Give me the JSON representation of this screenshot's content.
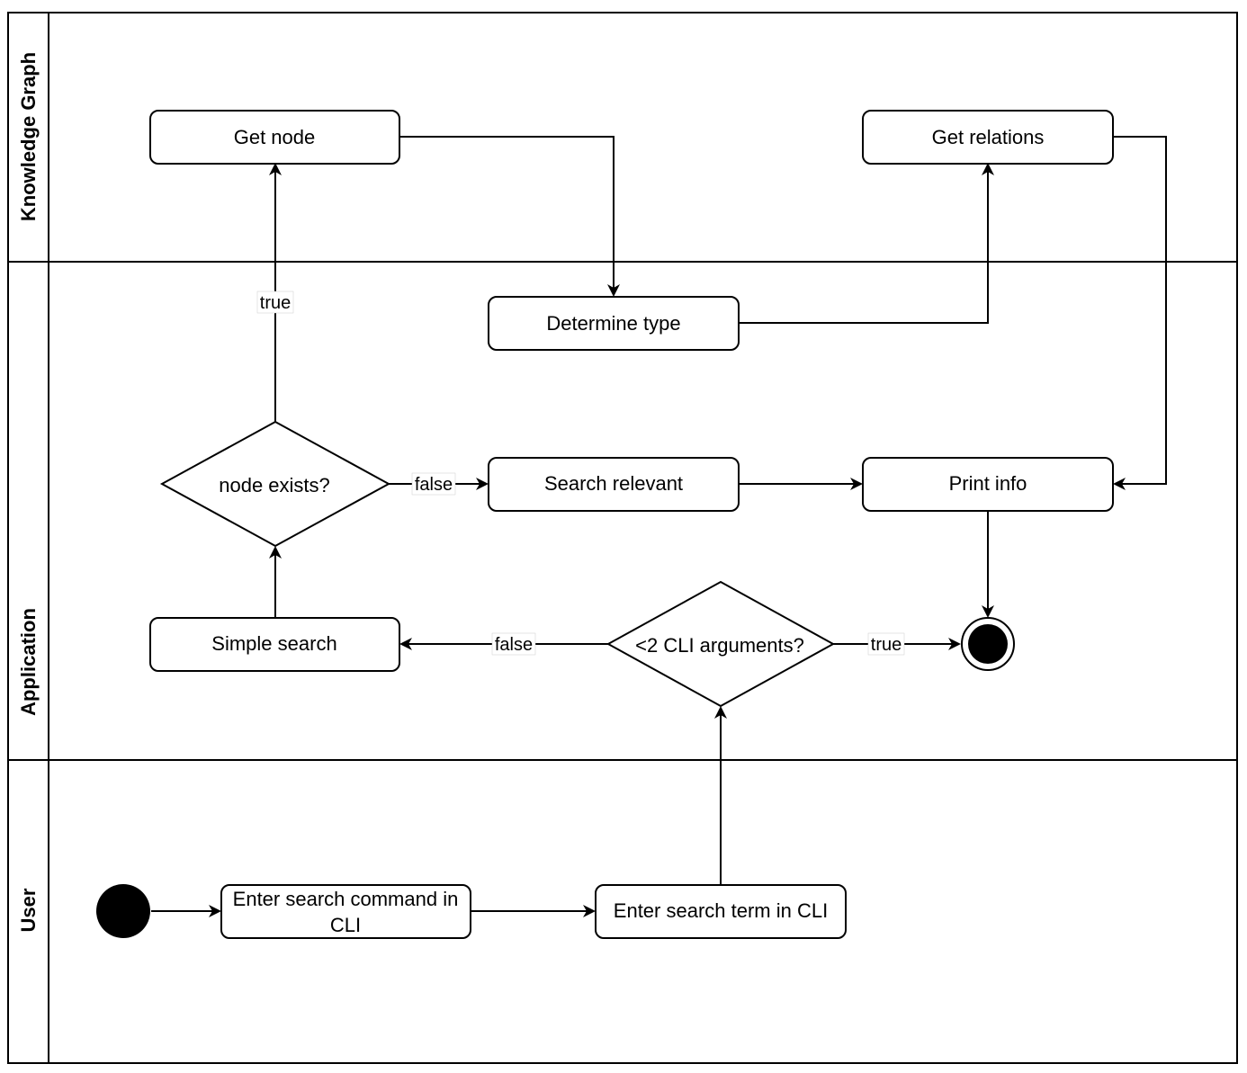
{
  "lanes": {
    "knowledge_graph": "Knowledge Graph",
    "application": "Application",
    "user": "User"
  },
  "nodes": {
    "get_node": "Get node",
    "get_relations": "Get relations",
    "determine_type": "Determine type",
    "node_exists": "node exists?",
    "search_relevant": "Search relevant",
    "print_info": "Print info",
    "simple_search": "Simple search",
    "cli_args": "<2 CLI arguments?",
    "enter_command_line1": "Enter search command in",
    "enter_command_line2": "CLI",
    "enter_term": "Enter search term in CLI"
  },
  "edge_labels": {
    "node_exists_true": "true",
    "node_exists_false": "false",
    "cli_args_false": "false",
    "cli_args_true": "true"
  }
}
